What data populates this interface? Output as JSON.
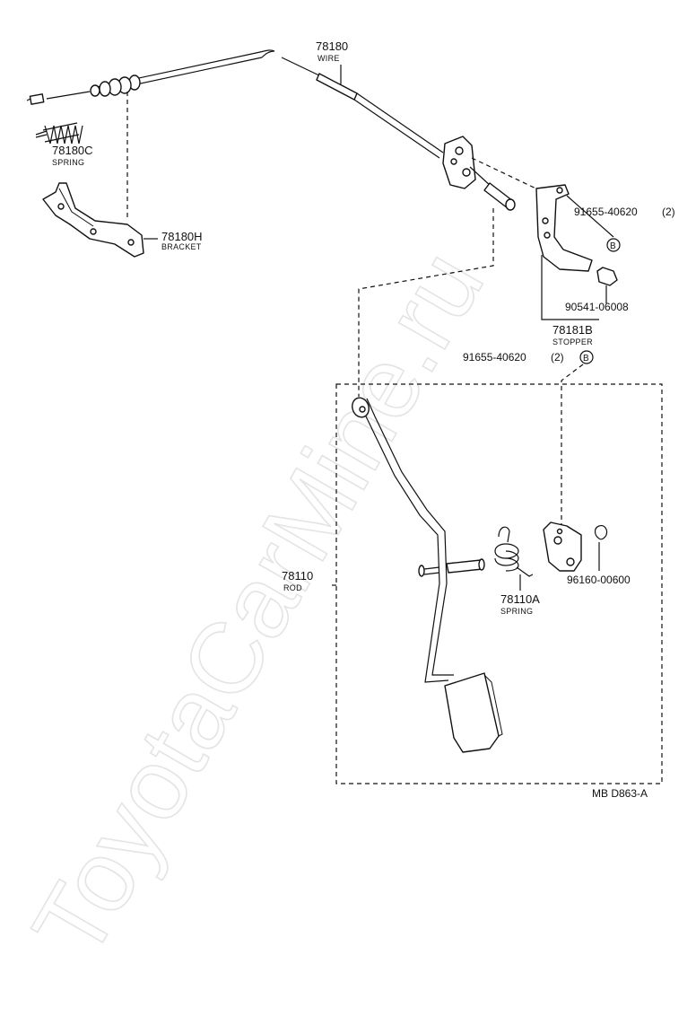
{
  "watermark": "ToyotaCarMine.ru",
  "parts": {
    "wire": {
      "number": "78180",
      "name": "WIRE"
    },
    "spring_c": {
      "number": "78180C",
      "name": "SPRING"
    },
    "bracket": {
      "number": "78180H",
      "name": "BRACKET"
    },
    "screw_upper": {
      "number": "91655-40620",
      "qty": "(2)",
      "badge": "B"
    },
    "cushion": {
      "number": "90541-06008"
    },
    "stopper": {
      "number": "78181B",
      "name": "STOPPER"
    },
    "screw_lower": {
      "number": "91655-40620",
      "qty": "(2)",
      "badge": "B"
    },
    "rod": {
      "number": "78110",
      "name": "ROD"
    },
    "spring_a": {
      "number": "78110A",
      "name": "SPRING"
    },
    "clip": {
      "number": "96160-00600"
    }
  },
  "diagram_ref": "MB D863-A"
}
